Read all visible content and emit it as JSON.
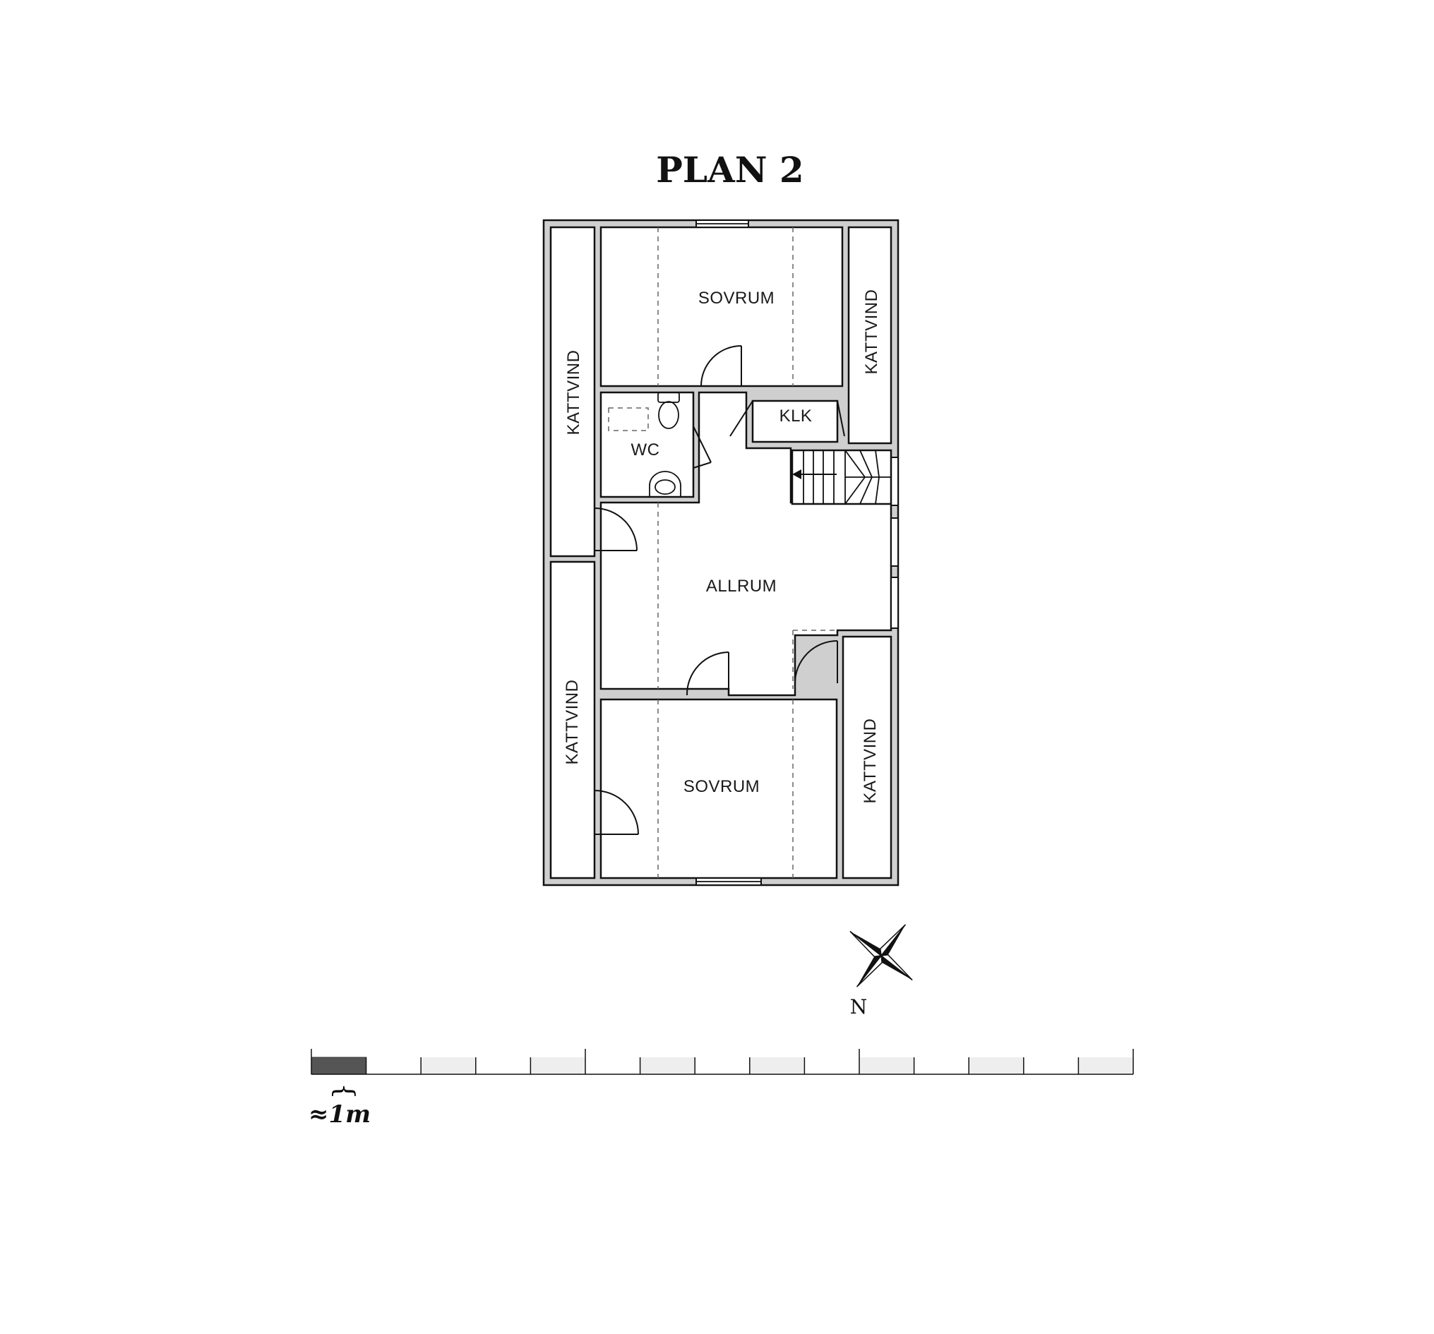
{
  "title": "PLAN 2",
  "rooms": {
    "sovrum_top": "SOVRUM",
    "sovrum_bottom": "SOVRUM",
    "allrum": "ALLRUM",
    "wc": "WC",
    "klk": "KLK",
    "kattvind_left_top": "KATTVIND",
    "kattvind_left_bottom": "KATTVIND",
    "kattvind_right_top": "KATTVIND",
    "kattvind_right_bottom": "KATTVIND"
  },
  "compass": {
    "label": "N"
  },
  "scale_bar": {
    "label": "≈1m",
    "segments": 15
  },
  "colors": {
    "line": "#111111",
    "wall_fill": "#cfcfcf",
    "scale_dark": "#555555",
    "scale_light": "#eeeeee"
  }
}
